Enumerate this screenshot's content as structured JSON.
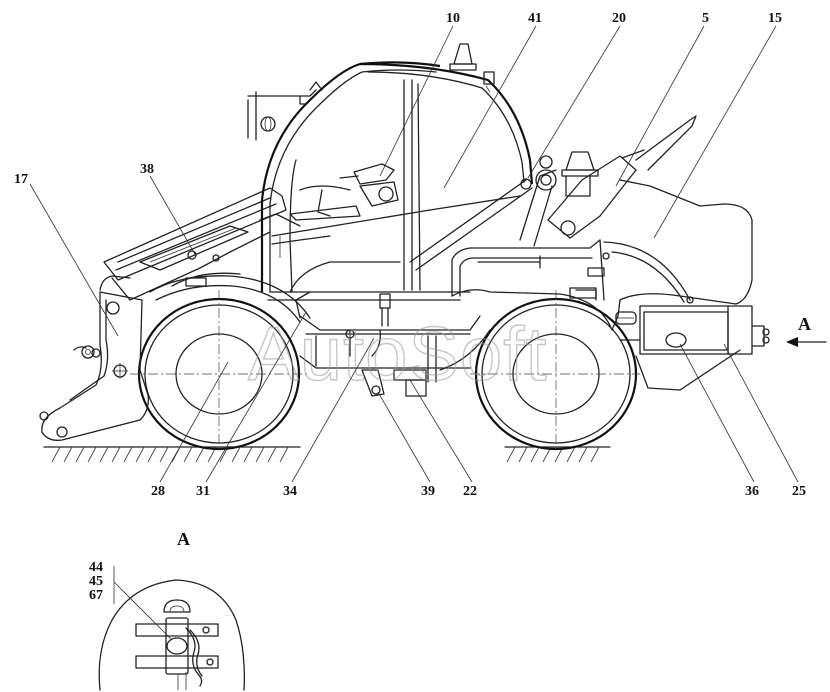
{
  "watermark": "AutoSoft",
  "view_label": "A",
  "view_arrow_label": "A",
  "callouts": {
    "c10": "10",
    "c41": "41",
    "c20": "20",
    "c5": "5",
    "c15": "15",
    "c17": "17",
    "c38": "38",
    "c28": "28",
    "c31": "31",
    "c34": "34",
    "c39": "39",
    "c22": "22",
    "c36": "36",
    "c25": "25",
    "c44": "44",
    "c45": "45",
    "c67": "67"
  }
}
